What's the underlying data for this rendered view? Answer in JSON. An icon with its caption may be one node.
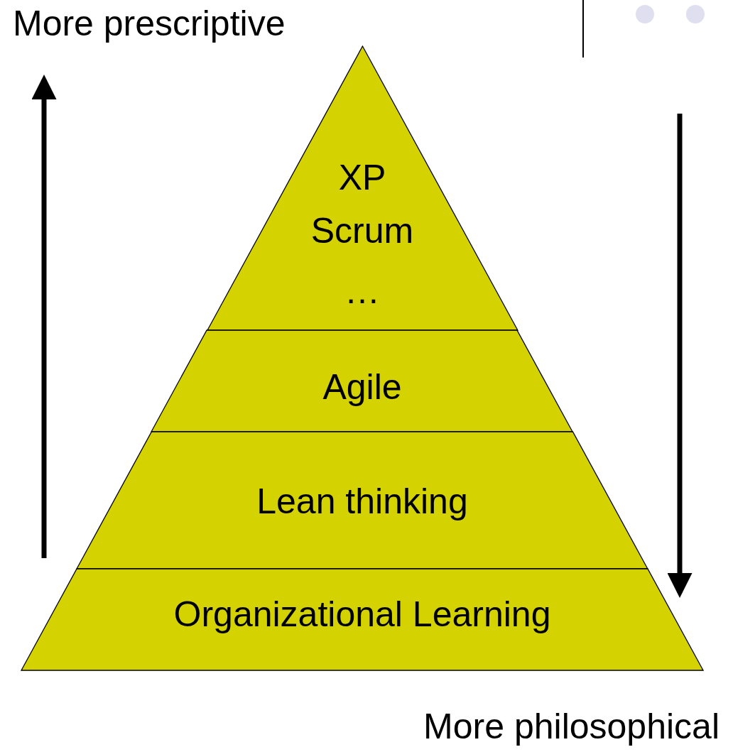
{
  "diagram": {
    "nodes": [
      {
        "text": [
          "XP",
          "Scrum",
          "…"
        ]
      },
      {
        "text": [
          "Agile"
        ]
      },
      {
        "text": [
          "Lean thinking"
        ]
      },
      {
        "text": [
          "Organizational Learning"
        ]
      }
    ],
    "labels": [
      "More prescriptive",
      "More philosophical"
    ]
  }
}
